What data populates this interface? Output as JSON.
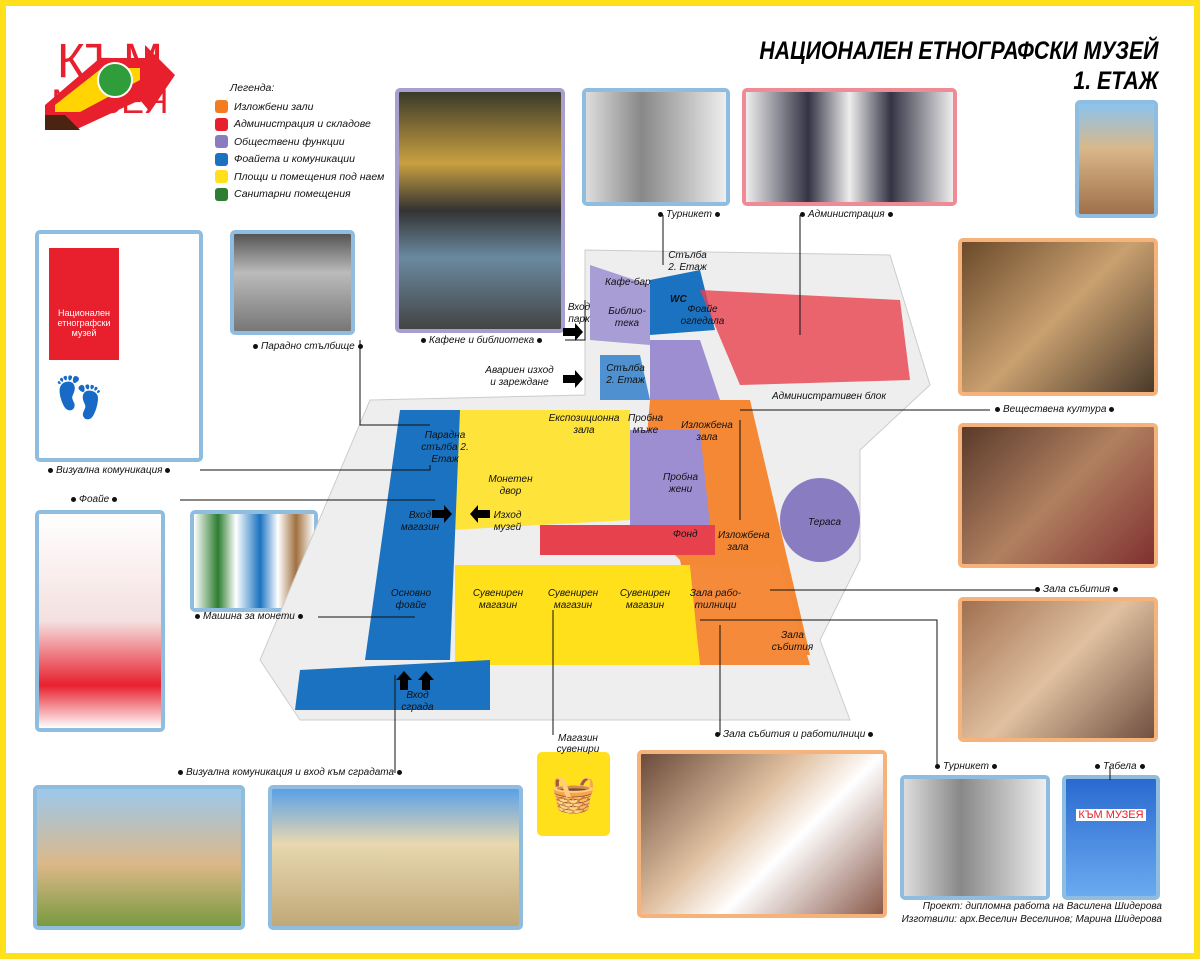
{
  "title": {
    "line1": "НАЦИОНАЛЕН ЕТНОГРАФСКИ МУЗЕЙ",
    "line2": "1. ЕТАЖ"
  },
  "logo": {
    "line1": "КЪМ",
    "line2": "МУЗЕЯ"
  },
  "legend": {
    "heading": "Легенда:",
    "items": [
      {
        "label": "Изложбени зали",
        "color": "#f47c20"
      },
      {
        "label": "Администрация и складове",
        "color": "#e8202e"
      },
      {
        "label": "Обществени функции",
        "color": "#8a7cc0"
      },
      {
        "label": "Фоайета и комуникации",
        "color": "#1a72c0"
      },
      {
        "label": "Площи и помещения под наем",
        "color": "#ffe01a"
      },
      {
        "label": "Санитарни помещения",
        "color": "#2e7d32"
      }
    ]
  },
  "callouts": {
    "visual_comm": "Визуална комуникация",
    "main_stairs": "Парадно стълбище",
    "cafe_library": "Кафене и библиотека",
    "turnstile_top": "Турникет",
    "administration": "Администрация",
    "admin_block": "Административен блок",
    "material_culture": "Веществена култура",
    "foyer": "Фоайе",
    "coin_machine": "Машина за монети",
    "event_hall": "Зала събития",
    "souvenir_shop": "Магазин сувенири",
    "events_workshops": "Зала събития и работилници",
    "turnstile_bottom": "Турникет",
    "sign": "Табела",
    "visual_entrance": "Визуална комуникация и вход към сградата"
  },
  "plan_labels": {
    "cafe_bar": "Кафе-бар",
    "stairs_top": "Стълба 2. Етаж",
    "wc": "WC",
    "park_entry": "Вход парк",
    "library": "Библио-тека",
    "mirror_foyer": "Фоайе огледала",
    "emergency": "Авариен изход и зареждане",
    "stairs_mid": "Стълба 2. Етаж",
    "expo_hall": "Експозиционна зала",
    "fitting_men": "Пробна мъже",
    "exhibit_hall_1": "Изложбена зала",
    "grand_stairs": "Парадна стълба 2. Етаж",
    "mint_yard": "Монетен двор",
    "fitting_women": "Пробна жени",
    "shop_entry": "Вход магазин",
    "museum_exit": "Изход музей",
    "fund": "Фонд",
    "exhibit_hall_2": "Изложбена зала",
    "terrace": "Тераса",
    "main_foyer": "Основно фоайе",
    "souvenir_1": "Сувенирен магазин",
    "souvenir_2": "Сувенирен магазин",
    "souvenir_3": "Сувенирен магазин",
    "workshops": "Зала рабо-тилници",
    "events": "Зала събития",
    "building_entry": "Вход сграда"
  },
  "poster_text": {
    "ethno_museum": "Национален етнографски музей",
    "sign_text": "КЪМ МУЗЕЯ"
  },
  "footer": {
    "line1": "Проект: дипломна работа на Василена Шидерова",
    "line2": "Изготвили: арх.Веселин Веселинов; Марина Шидерова"
  }
}
